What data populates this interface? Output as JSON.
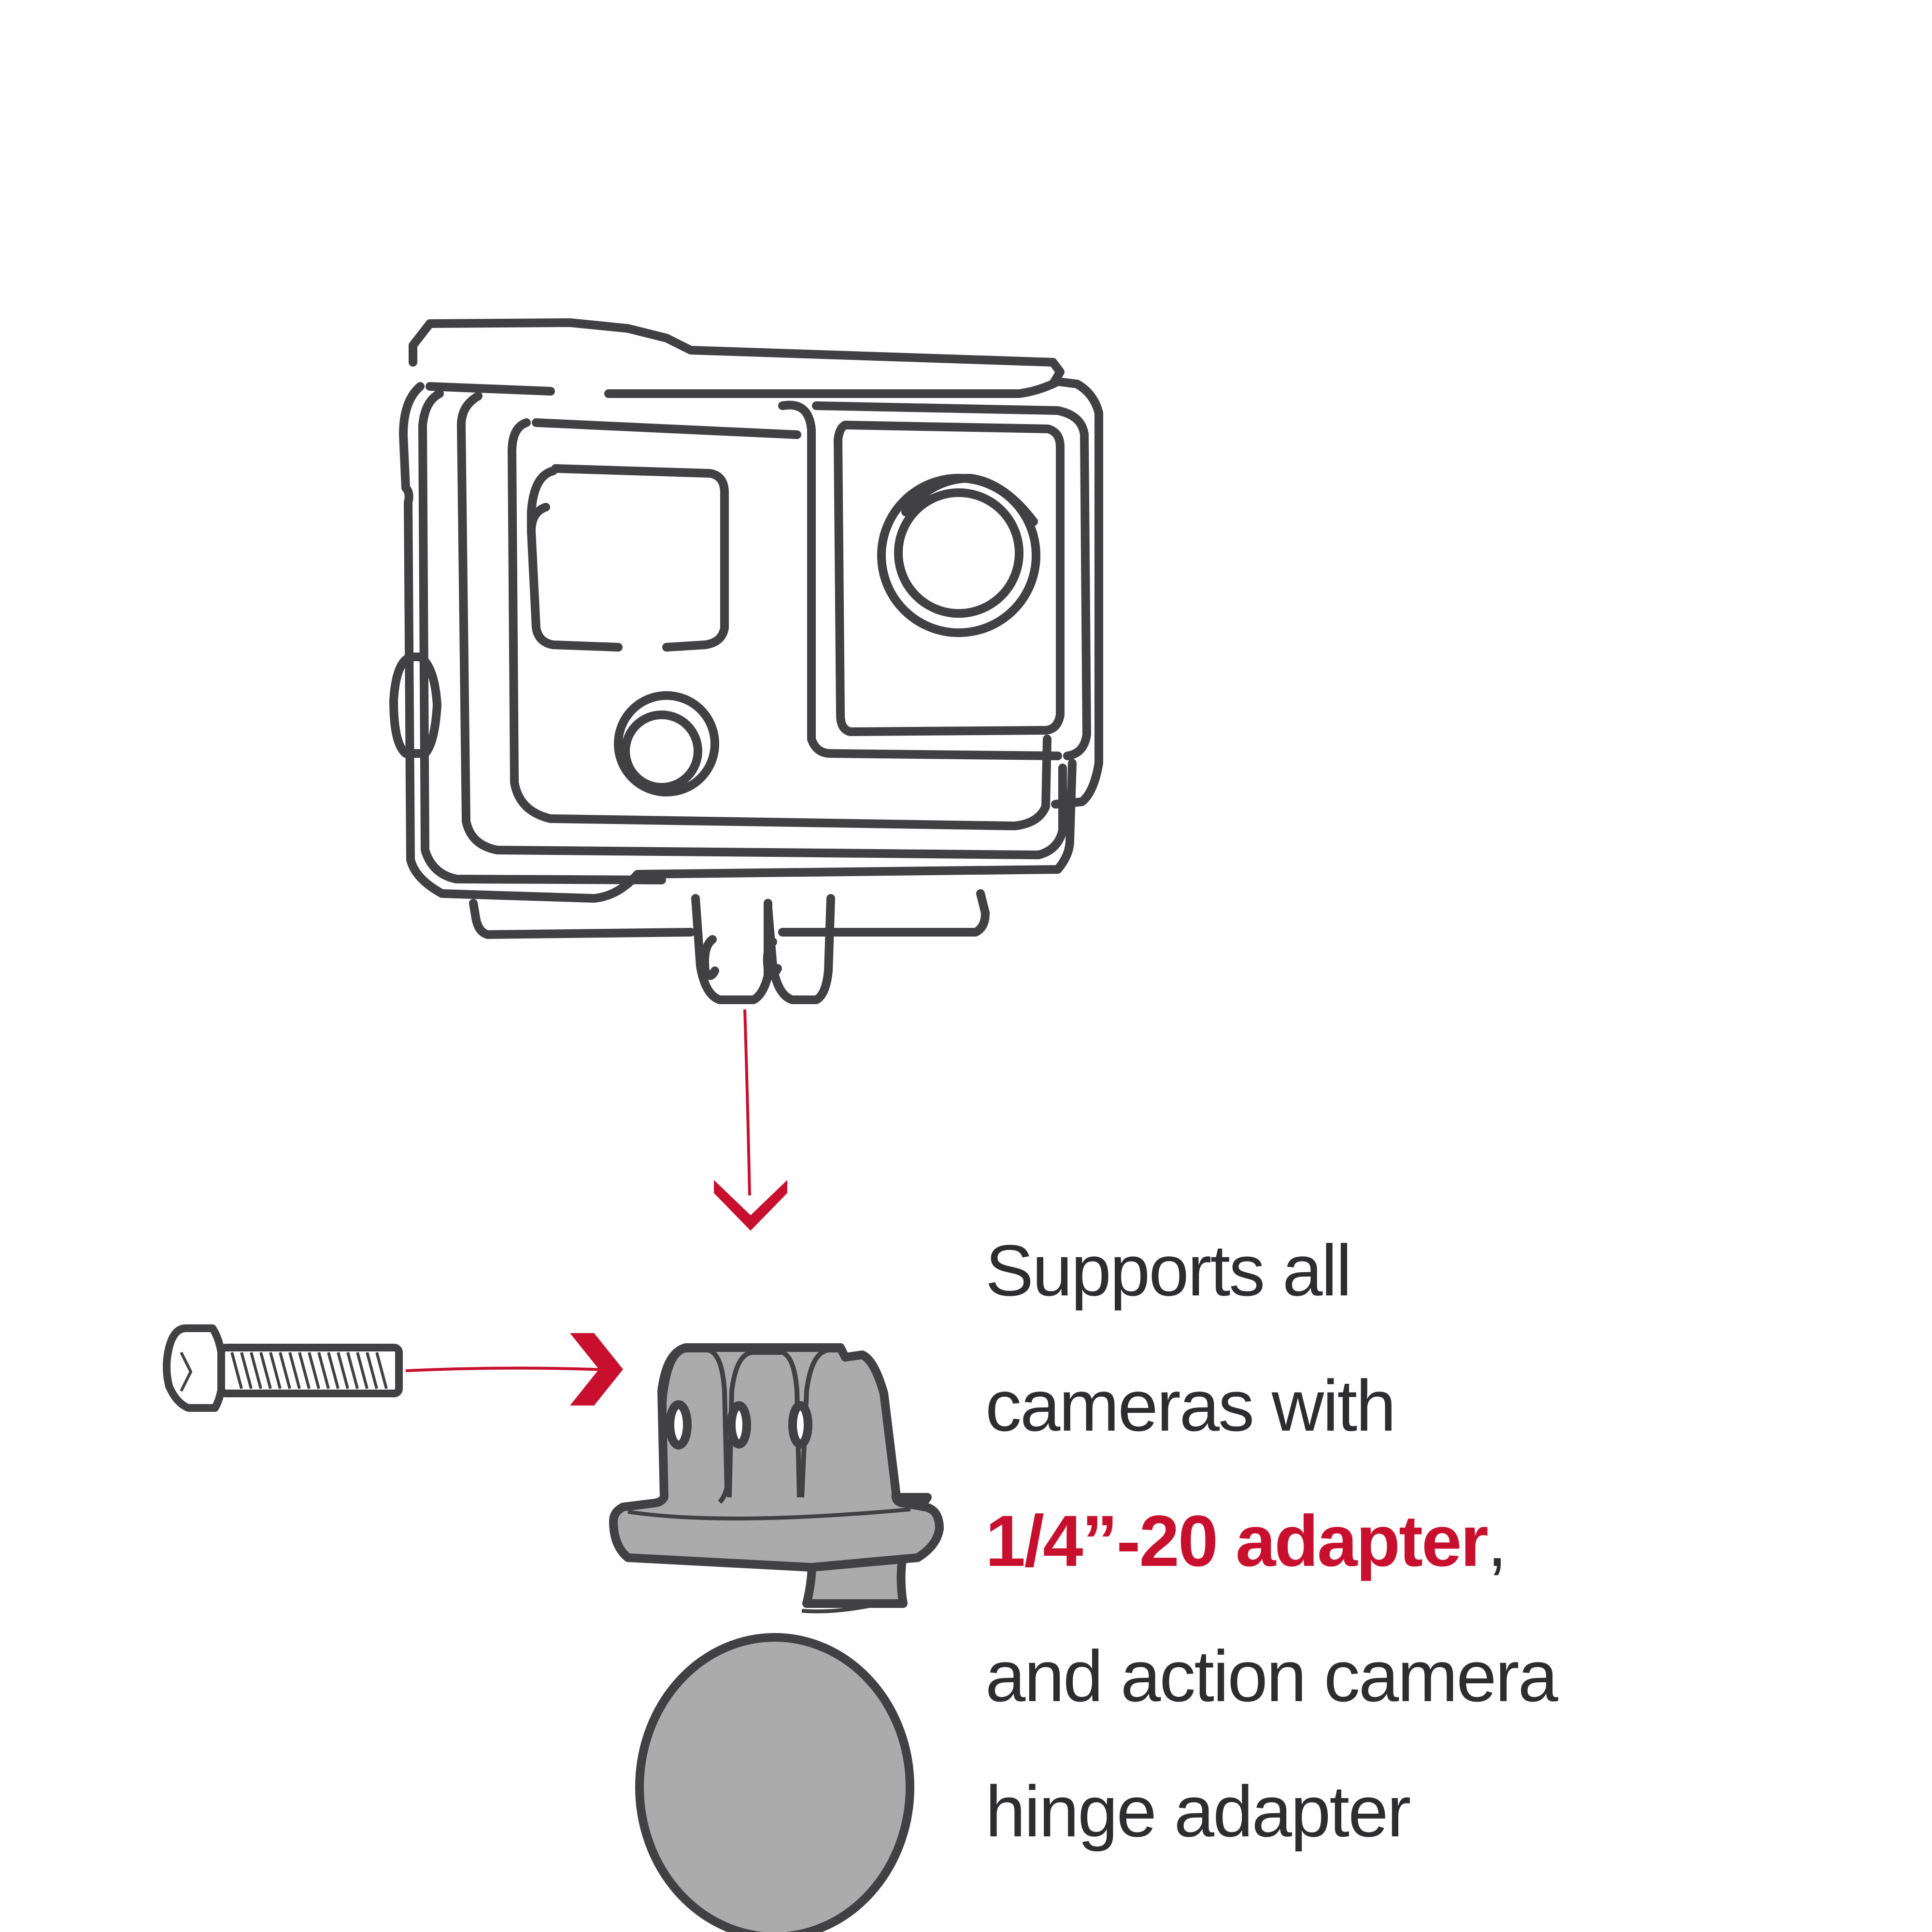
{
  "caption": {
    "line1": "Supports all",
    "line2": "cameras with",
    "line3_highlight": "1/4”-20 adapter",
    "line3_suffix": ",",
    "line4": "and action camera",
    "line5": "hinge adapter"
  },
  "illustration": {
    "camera": "action-camera-in-housing",
    "mount": "action-camera-hinge-to-ball-adapter",
    "screw": "thumb-screw",
    "arrows": [
      "down-arrow-camera-to-mount",
      "right-arrow-screw-to-mount"
    ]
  },
  "colors": {
    "accent": "#C8102E",
    "outline": "#414042",
    "fill": "#ABABAB",
    "text": "#2D2C2E",
    "background": "#FFFFFF"
  }
}
